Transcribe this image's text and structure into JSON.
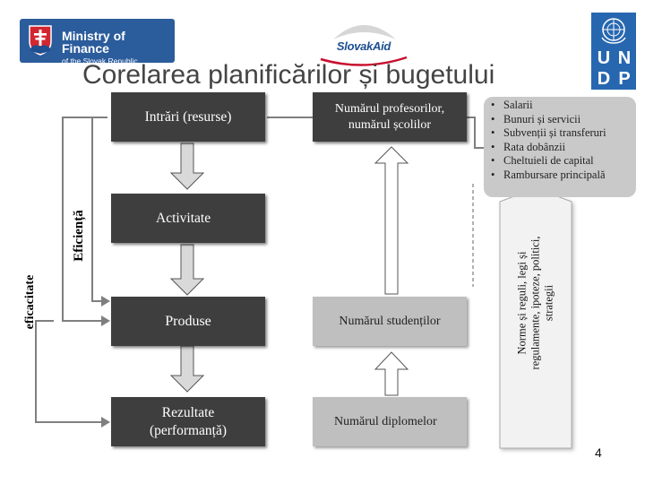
{
  "header": {
    "mof_title": "Ministry of Finance",
    "mof_subtitle": "of the Slovak Republic",
    "slovakaid_label": "SlovakAid",
    "undp_letters": [
      "U",
      "N",
      "D",
      "P"
    ]
  },
  "slide": {
    "title": "Corelarea planificărilor și bugetului",
    "page_number": "4"
  },
  "left_column": {
    "intrari": "Intrări (resurse)",
    "activitate": "Activitate",
    "produse": "Produse",
    "rezultate_line1": "Rezultate",
    "rezultate_line2": "(performanță)"
  },
  "middle_column": {
    "profesori_line1": "Numărul profesorilor,",
    "profesori_line2": "numărul școlilor",
    "studenti": "Numărul studenților",
    "diplome": "Numărul diplomelor"
  },
  "side_labels": {
    "eficienta": "Eficiență",
    "eficacitate": "eficacitate"
  },
  "bullets": [
    "Salarii",
    "Bunuri și servicii",
    "Subvenții și transferuri",
    "Rata dobânzii",
    "Cheltuieli de capital",
    "Rambursare principală"
  ],
  "norme": {
    "line1": "Norme și reguli, legi și",
    "line2": "regulamente, ipoteze, politici,",
    "line3": "strategii"
  },
  "colors": {
    "dark_box": "#3e3e3e",
    "light_box": "#bfbfbf",
    "arrow_fill": "#d9d9d9",
    "connector": "#7f7f7f",
    "mof_blue": "#2b5c9c",
    "undp_blue": "#2767b0"
  }
}
